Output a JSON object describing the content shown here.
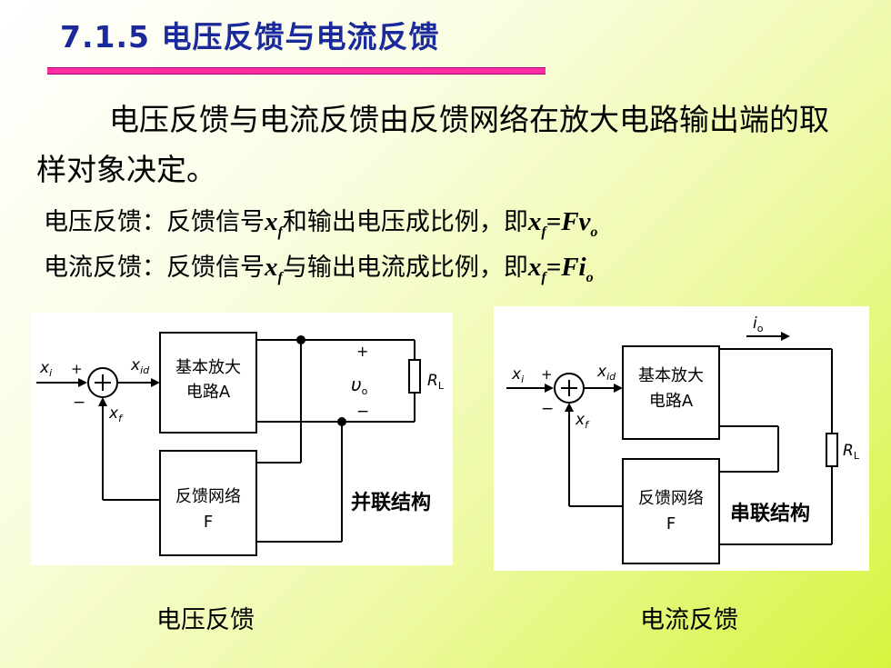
{
  "title": "7.1.5  电压反馈与电流反馈",
  "intro": "电压反馈与电流反馈由反馈网络在放大电路输出端的取样对象决定。",
  "definitions": {
    "voltage": {
      "label": "电压反馈：反馈信号",
      "mid": "和输出电压成比例，即",
      "formula_end": "v"
    },
    "current": {
      "label": "电流反馈：反馈信号",
      "mid": "与输出电流成比例，即",
      "formula_end": "i"
    }
  },
  "symbols": {
    "x": "x",
    "sub_f": "f",
    "eq": "=",
    "F": "F",
    "sub_o": "o",
    "sub_i": "i",
    "sub_id": "id",
    "R": "R",
    "sub_L": "L",
    "plus": "+",
    "minus": "−"
  },
  "diagram_voltage": {
    "amp_line1": "基本放大",
    "amp_line2": "电路A",
    "fb_line1": "反馈网络",
    "fb_line2": "F",
    "structure": "并联结构"
  },
  "diagram_current": {
    "amp_line1": "基本放大",
    "amp_line2": "电路A",
    "fb_line1": "反馈网络",
    "fb_line2": "F",
    "structure": "串联结构"
  },
  "captions": {
    "left": "电压反馈",
    "right": "电流反馈"
  },
  "colors": {
    "title": "#1a2a9a",
    "title_bar": "#ff2ea0"
  }
}
